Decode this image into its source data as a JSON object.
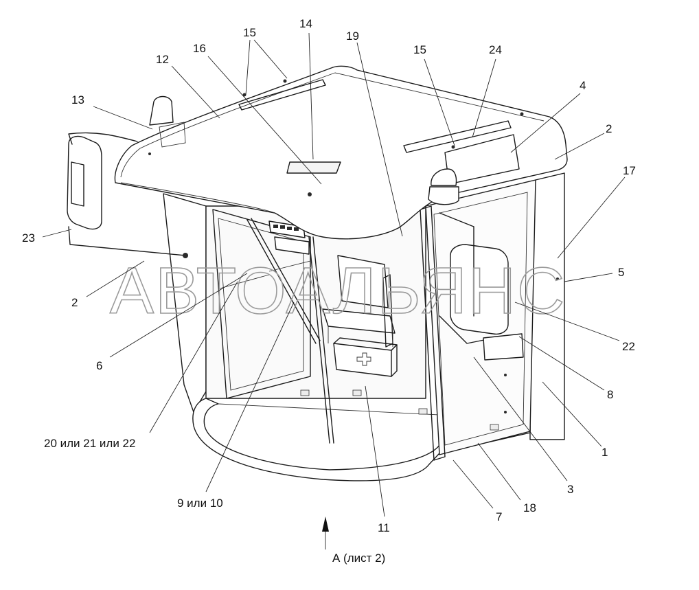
{
  "callouts": {
    "c1": "1",
    "c2a": "2",
    "c2b": "2",
    "c3": "3",
    "c4": "4",
    "c5": "5",
    "c6": "6",
    "c7": "7",
    "c8": "8",
    "c9": "9 или 10",
    "c11": "11",
    "c12": "12",
    "c13": "13",
    "c14": "14",
    "c15a": "15",
    "c15b": "15",
    "c16": "16",
    "c17": "17",
    "c18": "18",
    "c19": "19",
    "c20": "20 или 21 или 22",
    "c22": "22",
    "c23": "23",
    "c24": "24"
  },
  "view_label": "А (лист 2)",
  "watermark": "АВТОАЛЬЯНС",
  "colors": {
    "line": "#1a1a1a",
    "watermark": "#9a9a9a",
    "background": "#ffffff"
  }
}
